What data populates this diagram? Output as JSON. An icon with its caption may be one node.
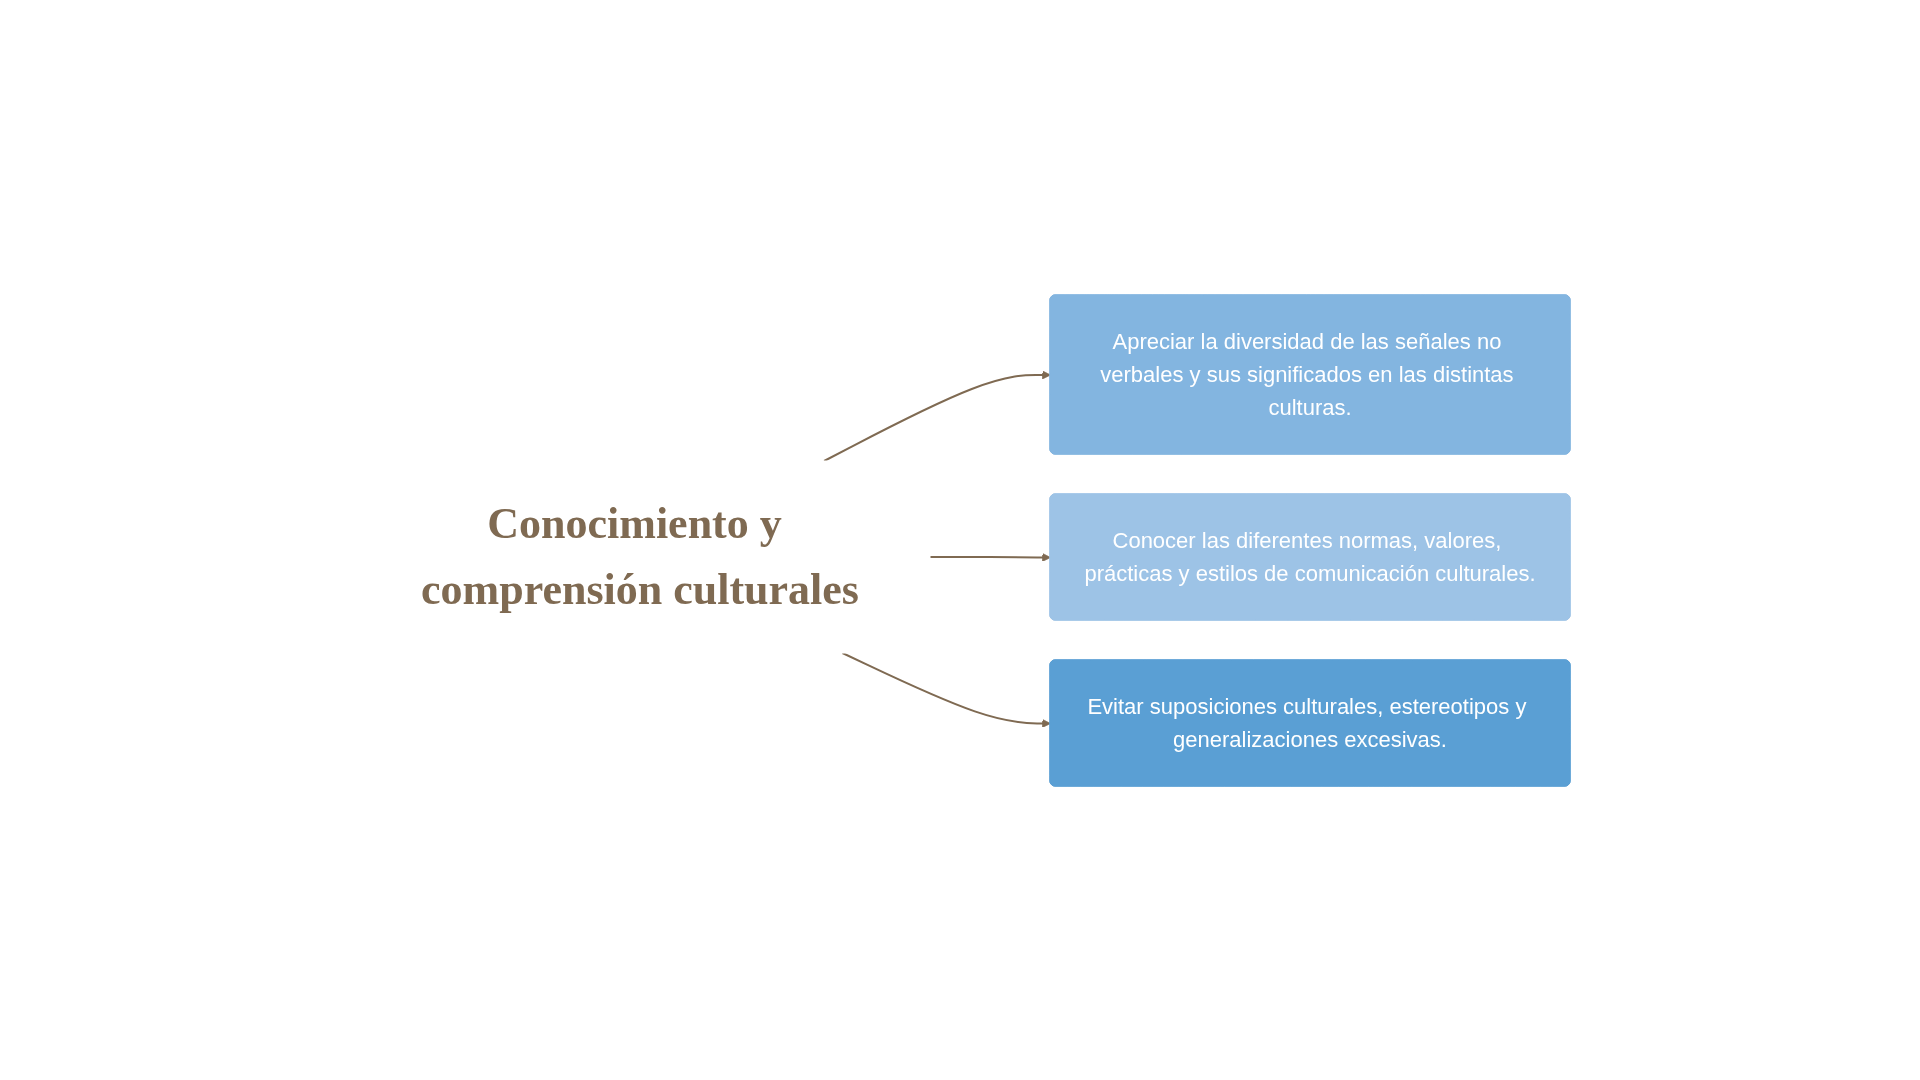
{
  "diagram": {
    "nodes": [
      {
        "text": [
          "Conocimiento y comprensión culturales"
        ]
      },
      {
        "text": [
          "Apreciar la diversidad de las señales no verbales y sus significados en las distintas culturas."
        ]
      },
      {
        "text": [
          "Conocer las diferentes normas, valores, prácticas y estilos de comunicación culturales."
        ]
      },
      {
        "text": [
          "Evitar suposiciones culturales, estereotipos y generalizaciones excesivas."
        ]
      }
    ],
    "edges": [
      {
        "from": 0,
        "to": 1,
        "arrow": "to"
      },
      {
        "from": 0,
        "to": 2,
        "arrow": "to"
      },
      {
        "from": 0,
        "to": 3,
        "arrow": "to"
      }
    ]
  }
}
